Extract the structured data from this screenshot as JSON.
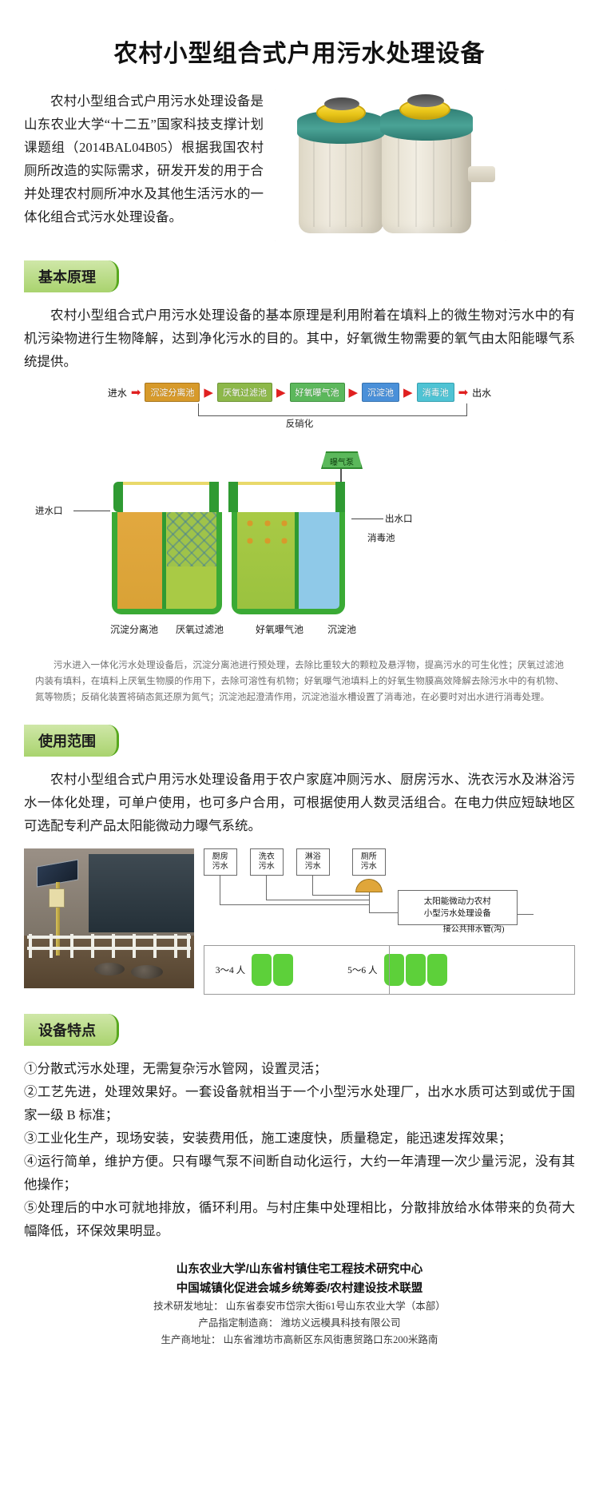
{
  "title": "农村小型组合式户用污水处理设备",
  "intro": {
    "paragraph": "农村小型组合式户用污水处理设备是山东农业大学“十二五”国家科技支撑计划课题组（2014BAL04B05）根据我国农村厕所改造的实际需求，研发开发的用于合并处理农村厕所冲水及其他生活污水的一体化组合式污水处理设备。",
    "photo_alt": "product-photo"
  },
  "sections": [
    {
      "id": "principle",
      "heading": "基本原理"
    },
    {
      "id": "scope",
      "heading": "使用范围"
    },
    {
      "id": "features",
      "heading": "设备特点"
    }
  ],
  "principle": {
    "paragraph": "农村小型组合式户用污水处理设备的基本原理是利用附着在填料上的微生物对污水中的有机污染物进行生物降解，达到净化污水的目的。其中，好氧微生物需要的氧气由太阳能曝气系统提供。",
    "flow": {
      "inlet_label": "进水",
      "outlet_label": "出水",
      "steps": [
        "沉淀分离池",
        "厌氧过滤池",
        "好氧曝气池",
        "沉淀池",
        "消毒池"
      ],
      "step_colors": [
        "#d79a2b",
        "#8db84a",
        "#5cb85c",
        "#4a90d9",
        "#4fc3d4"
      ],
      "recycle_label": "反硝化",
      "arrow_color": "#e02020"
    },
    "diagram": {
      "pump_label": "曝气泵",
      "inlet_port": "进水口",
      "outlet_port": "出水口",
      "disinfect_label": "消毒池",
      "tank_names": [
        "沉淀分离池",
        "厌氧过滤池",
        "好氧曝气池",
        "沉淀池"
      ]
    },
    "caption": "污水进入一体化污水处理设备后，沉淀分离池进行预处理，去除比重较大的颗粒及悬浮物，提高污水的可生化性；厌氧过滤池内装有填料，在填料上厌氧生物膜的作用下，去除可溶性有机物；好氧曝气池填料上的好氧生物膜高效降解去除污水中的有机物、氮等物质；反硝化装置将硝态氮还原为氮气；沉淀池起澄清作用，沉淀池溢水槽设置了消毒池，在必要时对出水进行消毒处理。"
  },
  "scope": {
    "paragraph": "农村小型组合式户用污水处理设备用于农户家庭冲厕污水、厨房污水、洗衣污水及淋浴污水一体化处理，可单户使用，也可多户合用，可根据使用人数灵活组合。在电力供应短缺地区可选配专利产品太阳能微动力曝气系统。",
    "schematic": {
      "sources": [
        "厨房\n污水",
        "洗衣\n污水",
        "淋浴\n污水",
        "厕所\n污水"
      ],
      "unit_label": "太阳能微动力农村\n小型污水处理设备",
      "discharge_label": "接公共排水管(沟)",
      "capacity": [
        {
          "people": "3～4 人",
          "tanks": 2
        },
        {
          "people": "5～6 人",
          "tanks": 3
        }
      ],
      "tank_color": "#5dd03a"
    }
  },
  "features": {
    "items": [
      "①分散式污水处理，无需复杂污水管网，设置灵活；",
      "②工艺先进，处理效果好。一套设备就相当于一个小型污水处理厂，出水水质可达到或优于国家一级 B 标准；",
      "③工业化生产，现场安装，安装费用低，施工速度快，质量稳定，能迅速发挥效果；",
      "④运行简单，维护方便。只有曝气泵不间断自动化运行，大约一年清理一次少量污泥，没有其他操作；",
      "⑤处理后的中水可就地排放，循环利用。与村庄集中处理相比，分散排放给水体带来的负荷大幅降低，环保效果明显。"
    ]
  },
  "footer": {
    "org1": "山东农业大学/山东省村镇住宅工程技术研究中心",
    "org2": "中国城镇化促进会城乡统筹委/农村建设技术联盟",
    "line1": "技术研发地址：  山东省泰安市岱宗大街61号山东农业大学（本部）",
    "line2": "产品指定制造商：  潍坊义远模具科技有限公司",
    "line3": "生产商地址：  山东省潍坊市高新区东风街惠贸路口东200米路南"
  }
}
